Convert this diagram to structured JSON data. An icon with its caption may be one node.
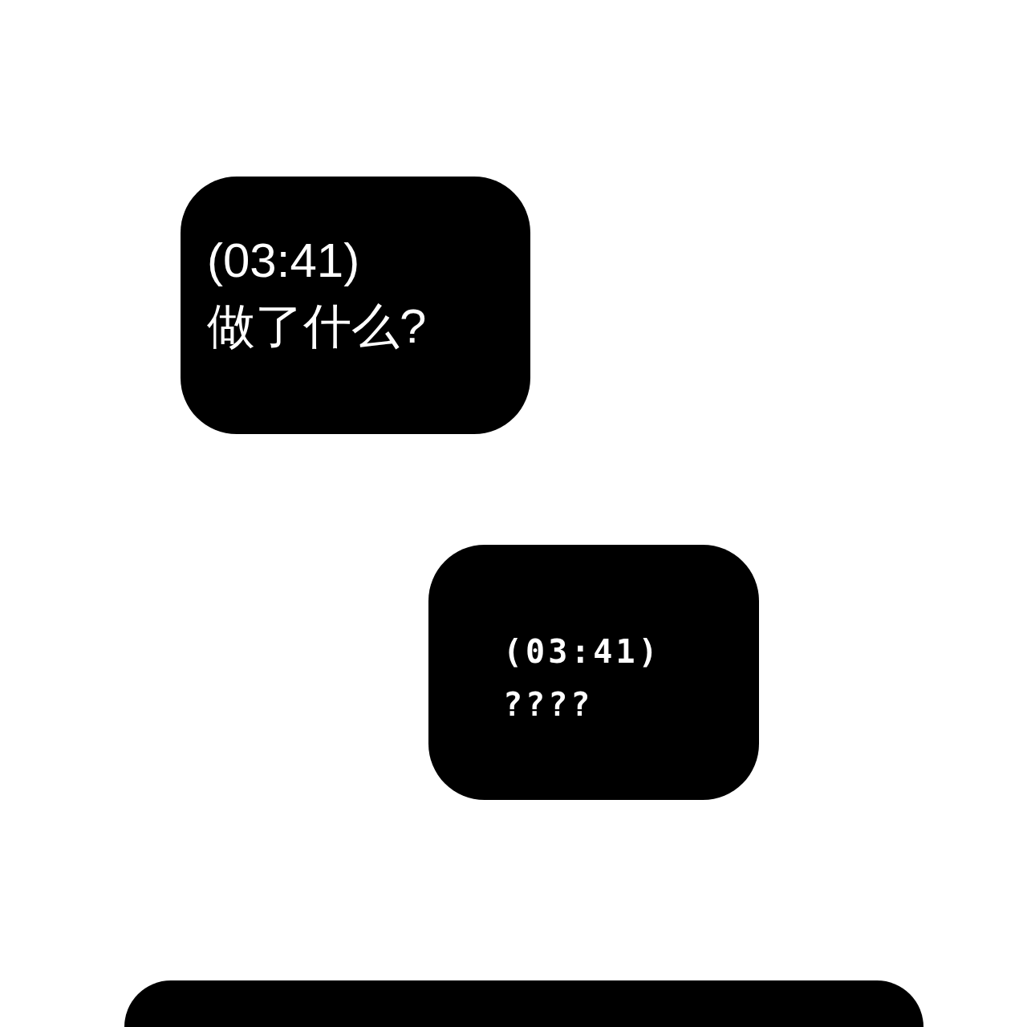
{
  "diagram": {
    "nodes": [
      {
        "text": [
          "(03:41)",
          "做了什么?"
        ]
      },
      {
        "text": [
          "(03:41)",
          "????"
        ]
      },
      {
        "text": [],
        "shape": "box"
      }
    ]
  }
}
